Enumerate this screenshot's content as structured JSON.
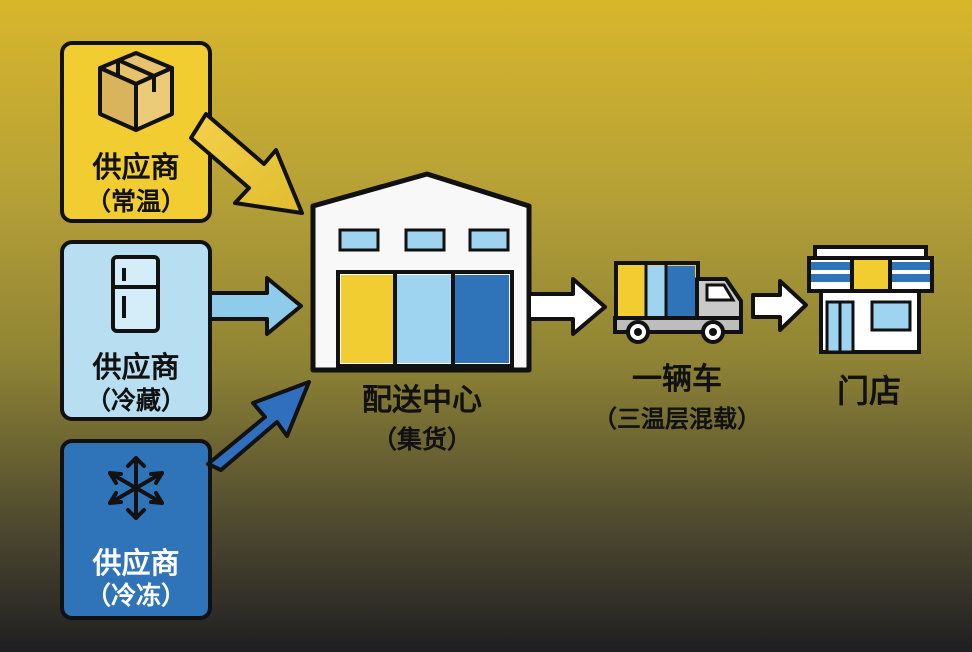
{
  "colors": {
    "supplier_ambient": "#f1cd31",
    "supplier_chilled": "#b8def1",
    "supplier_frozen": "#2f73b8",
    "arrow_gold": "#e5c23a",
    "arrow_light_blue": "#8fcbea",
    "arrow_blue": "#2f6fbe",
    "white": "#ffffff",
    "outline": "#111111",
    "truck_gray": "#c9c9c9",
    "truck_dark": "#4c4c4c"
  },
  "suppliers": [
    {
      "title": "供应商",
      "subtitle": "（常温）",
      "icon": "box-icon"
    },
    {
      "title": "供应商",
      "subtitle": "（冷藏）",
      "icon": "refrigerator-icon"
    },
    {
      "title": "供应商",
      "subtitle": "（冷冻）",
      "icon": "snowflake-icon"
    }
  ],
  "distribution_center": {
    "title": "配送中心",
    "subtitle": "（集货）",
    "icon": "warehouse-icon"
  },
  "truck": {
    "title": "一辆车",
    "subtitle": "（三温层混载）",
    "icon": "truck-icon"
  },
  "store": {
    "title": "门店",
    "icon": "store-icon"
  },
  "arrows": [
    "arrow-icon",
    "arrow-icon",
    "arrow-icon",
    "arrow-icon",
    "arrow-icon"
  ]
}
